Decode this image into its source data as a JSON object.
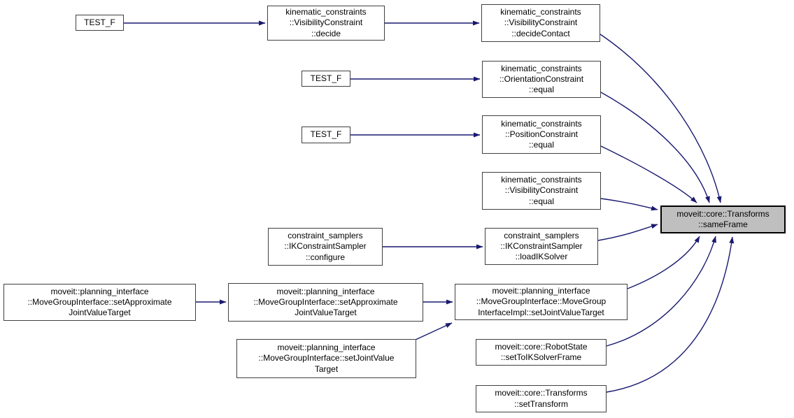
{
  "diagram": {
    "type": "doxygen-call-graph",
    "target_function": "moveit::core::Transforms::sameFrame",
    "colors": {
      "edge": "#191970",
      "node_border": "#404040",
      "node_fill": "#ffffff",
      "highlight_fill": "#bfbfbf",
      "highlight_border": "#000000",
      "text": "#000000",
      "background": "#ffffff"
    },
    "nodes": {
      "test_f_1": {
        "lines": [
          "TEST_F"
        ]
      },
      "test_f_2": {
        "lines": [
          "TEST_F"
        ]
      },
      "test_f_3": {
        "lines": [
          "TEST_F"
        ]
      },
      "vc_decide": {
        "lines": [
          "kinematic_constraints",
          "::VisibilityConstraint",
          "::decide"
        ]
      },
      "vc_decide_contact": {
        "lines": [
          "kinematic_constraints",
          "::VisibilityConstraint",
          "::decideContact"
        ]
      },
      "oc_equal": {
        "lines": [
          "kinematic_constraints",
          "::OrientationConstraint",
          "::equal"
        ]
      },
      "pc_equal": {
        "lines": [
          "kinematic_constraints",
          "::PositionConstraint",
          "::equal"
        ]
      },
      "vc_equal": {
        "lines": [
          "kinematic_constraints",
          "::VisibilityConstraint",
          "::equal"
        ]
      },
      "iks_configure": {
        "lines": [
          "constraint_samplers",
          "::IKConstraintSampler",
          "::configure"
        ]
      },
      "iks_load": {
        "lines": [
          "constraint_samplers",
          "::IKConstraintSampler",
          "::loadIKSolver"
        ]
      },
      "mgi_set_approx_1": {
        "lines": [
          "moveit::planning_interface",
          "::MoveGroupInterface::setApproximate",
          "JointValueTarget"
        ]
      },
      "mgi_set_approx_2": {
        "lines": [
          "moveit::planning_interface",
          "::MoveGroupInterface::setApproximate",
          "JointValueTarget"
        ]
      },
      "mgi_set_jvt": {
        "lines": [
          "moveit::planning_interface",
          "::MoveGroupInterface::setJointValue",
          "Target"
        ]
      },
      "mgi_impl_set_jvt": {
        "lines": [
          "moveit::planning_interface",
          "::MoveGroupInterface::MoveGroup",
          "InterfaceImpl::setJointValueTarget"
        ]
      },
      "rs_set_to_ik": {
        "lines": [
          "moveit::core::RobotState",
          "::setToIKSolverFrame"
        ]
      },
      "tf_set_transform": {
        "lines": [
          "moveit::core::Transforms",
          "::setTransform"
        ]
      },
      "tf_same_frame": {
        "lines": [
          "moveit::core::Transforms",
          "::sameFrame"
        ]
      }
    },
    "edges": [
      {
        "from": "test_f_1",
        "to": "vc_decide"
      },
      {
        "from": "vc_decide",
        "to": "vc_decide_contact"
      },
      {
        "from": "vc_decide_contact",
        "to": "tf_same_frame"
      },
      {
        "from": "test_f_2",
        "to": "oc_equal"
      },
      {
        "from": "oc_equal",
        "to": "tf_same_frame"
      },
      {
        "from": "test_f_3",
        "to": "pc_equal"
      },
      {
        "from": "pc_equal",
        "to": "tf_same_frame"
      },
      {
        "from": "vc_equal",
        "to": "tf_same_frame"
      },
      {
        "from": "iks_configure",
        "to": "iks_load"
      },
      {
        "from": "iks_load",
        "to": "tf_same_frame"
      },
      {
        "from": "mgi_set_approx_1",
        "to": "mgi_set_approx_2"
      },
      {
        "from": "mgi_set_approx_2",
        "to": "mgi_impl_set_jvt"
      },
      {
        "from": "mgi_set_jvt",
        "to": "mgi_impl_set_jvt"
      },
      {
        "from": "mgi_impl_set_jvt",
        "to": "tf_same_frame"
      },
      {
        "from": "rs_set_to_ik",
        "to": "tf_same_frame"
      },
      {
        "from": "tf_set_transform",
        "to": "tf_same_frame"
      }
    ]
  }
}
